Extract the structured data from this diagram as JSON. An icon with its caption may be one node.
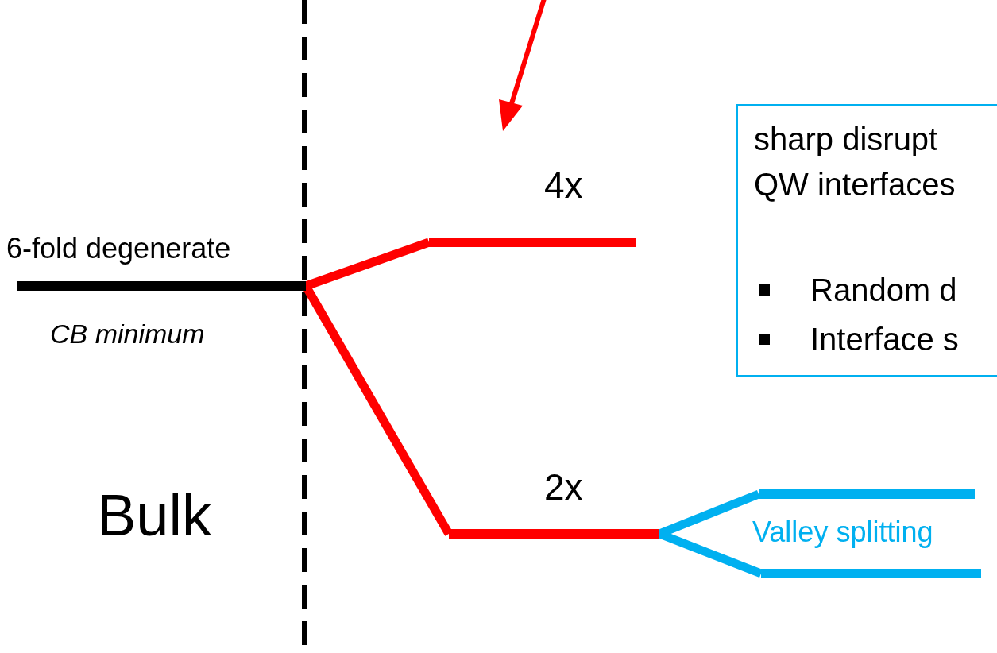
{
  "diagram": {
    "nodes": [
      {
        "text": [
          "6-fold degenerate"
        ],
        "beside": [
          "CB minimum"
        ]
      },
      {
        "text": [
          "4x"
        ]
      },
      {
        "text": [
          "2x"
        ]
      },
      {
        "text": [],
        "shape": "bar"
      },
      {
        "text": [],
        "shape": "bar"
      },
      {
        "text": [
          "sharp disrupt QW interfaces",
          "Random d",
          "Interface s"
        ]
      }
    ],
    "edges": [
      {
        "from": 0,
        "to": 1,
        "arrow": "none"
      },
      {
        "from": 0,
        "to": 2,
        "arrow": "none"
      },
      {
        "from": 2,
        "to": 3,
        "arrow": "none",
        "color": "#00b0f0"
      },
      {
        "from": 2,
        "to": 4,
        "arrow": "none",
        "color": "#00b0f0"
      }
    ],
    "labels": [
      "Bulk",
      "Valley splitting"
    ]
  }
}
